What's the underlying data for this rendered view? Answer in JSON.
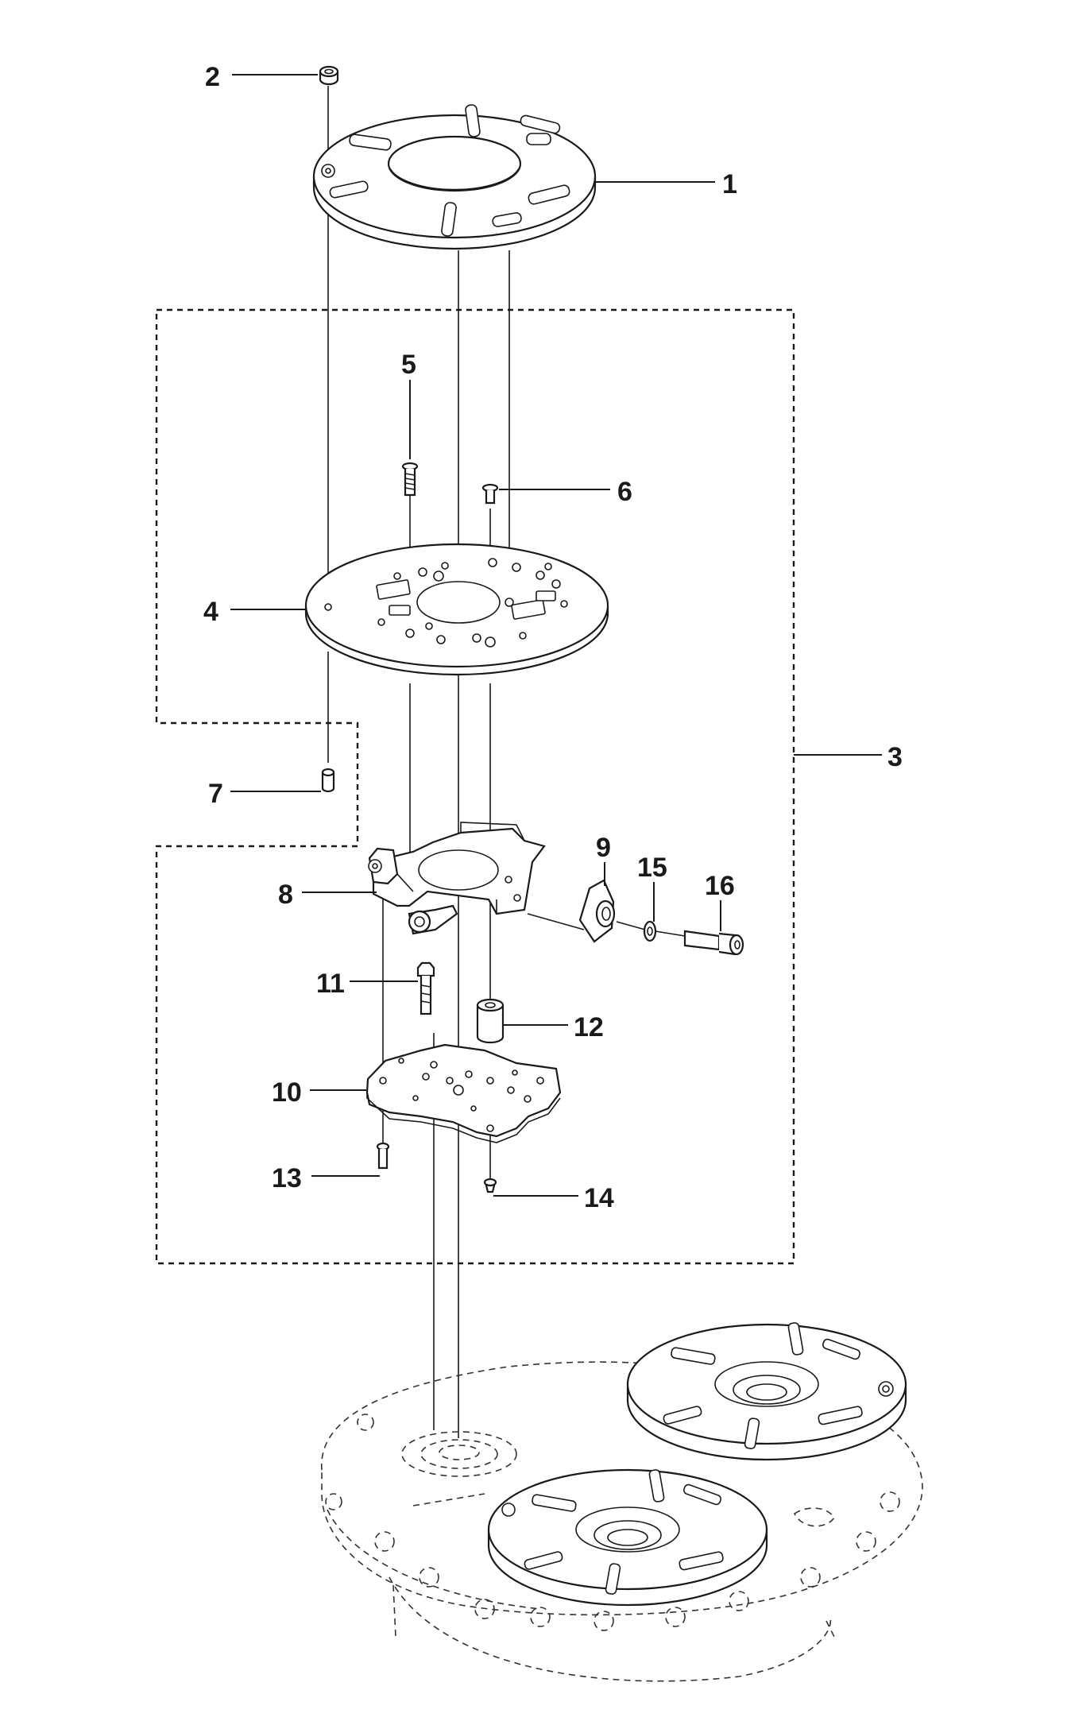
{
  "callouts": [
    {
      "id": "1",
      "label": "1"
    },
    {
      "id": "2",
      "label": "2"
    },
    {
      "id": "3",
      "label": "3"
    },
    {
      "id": "4",
      "label": "4"
    },
    {
      "id": "5",
      "label": "5"
    },
    {
      "id": "6",
      "label": "6"
    },
    {
      "id": "7",
      "label": "7"
    },
    {
      "id": "8",
      "label": "8"
    },
    {
      "id": "9",
      "label": "9"
    },
    {
      "id": "10",
      "label": "10"
    },
    {
      "id": "11",
      "label": "11"
    },
    {
      "id": "12",
      "label": "12"
    },
    {
      "id": "13",
      "label": "13"
    },
    {
      "id": "14",
      "label": "14"
    },
    {
      "id": "15",
      "label": "15"
    },
    {
      "id": "16",
      "label": "16"
    }
  ],
  "colors": {
    "ink": "#1a1a1a",
    "background": "#ffffff"
  }
}
